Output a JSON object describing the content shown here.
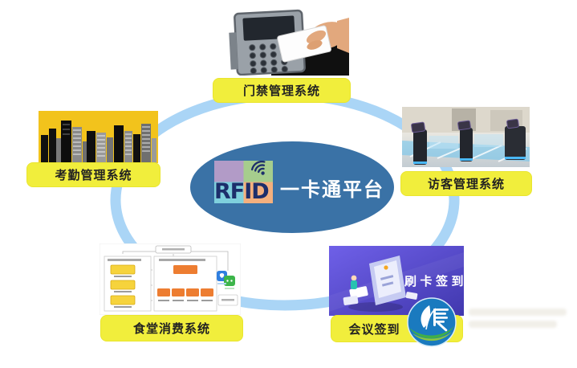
{
  "diagram": {
    "center": {
      "logo_text": "RFID",
      "title": "一卡通平台",
      "logo_icon": "rfid-wifi-logo"
    },
    "nodes": [
      {
        "id": "access-control",
        "label": "门禁管理系统",
        "image": "card-swipe-reader-photo"
      },
      {
        "id": "attendance",
        "label": "考勤管理系统",
        "image": "city-skyline-graphic"
      },
      {
        "id": "visitor",
        "label": "访客管理系统",
        "image": "turnstile-gates-photo"
      },
      {
        "id": "canteen",
        "label": "食堂消费系统",
        "image": "consumption-flowchart"
      },
      {
        "id": "meeting",
        "label": "会议签到",
        "image": "swipe-sign-in-illustration",
        "image_text": "刷卡签到"
      }
    ],
    "watermark": {
      "icon": "leaf-document-logo"
    }
  },
  "colors": {
    "ring_blue": "#aad5f6",
    "center_blue": "#3a72a6",
    "label_yellow": "#f1ee3c",
    "rfid_navy": "#1d2e6b",
    "logo_purple": "#b29bc7",
    "logo_green": "#a6cd8d",
    "logo_cyan": "#7fd0dd",
    "logo_orange": "#f4b07e",
    "skyline_yellow": "#f2c31c",
    "meeting_purple": "#5a4fd0",
    "watermark_blue": "#1a7abf"
  }
}
